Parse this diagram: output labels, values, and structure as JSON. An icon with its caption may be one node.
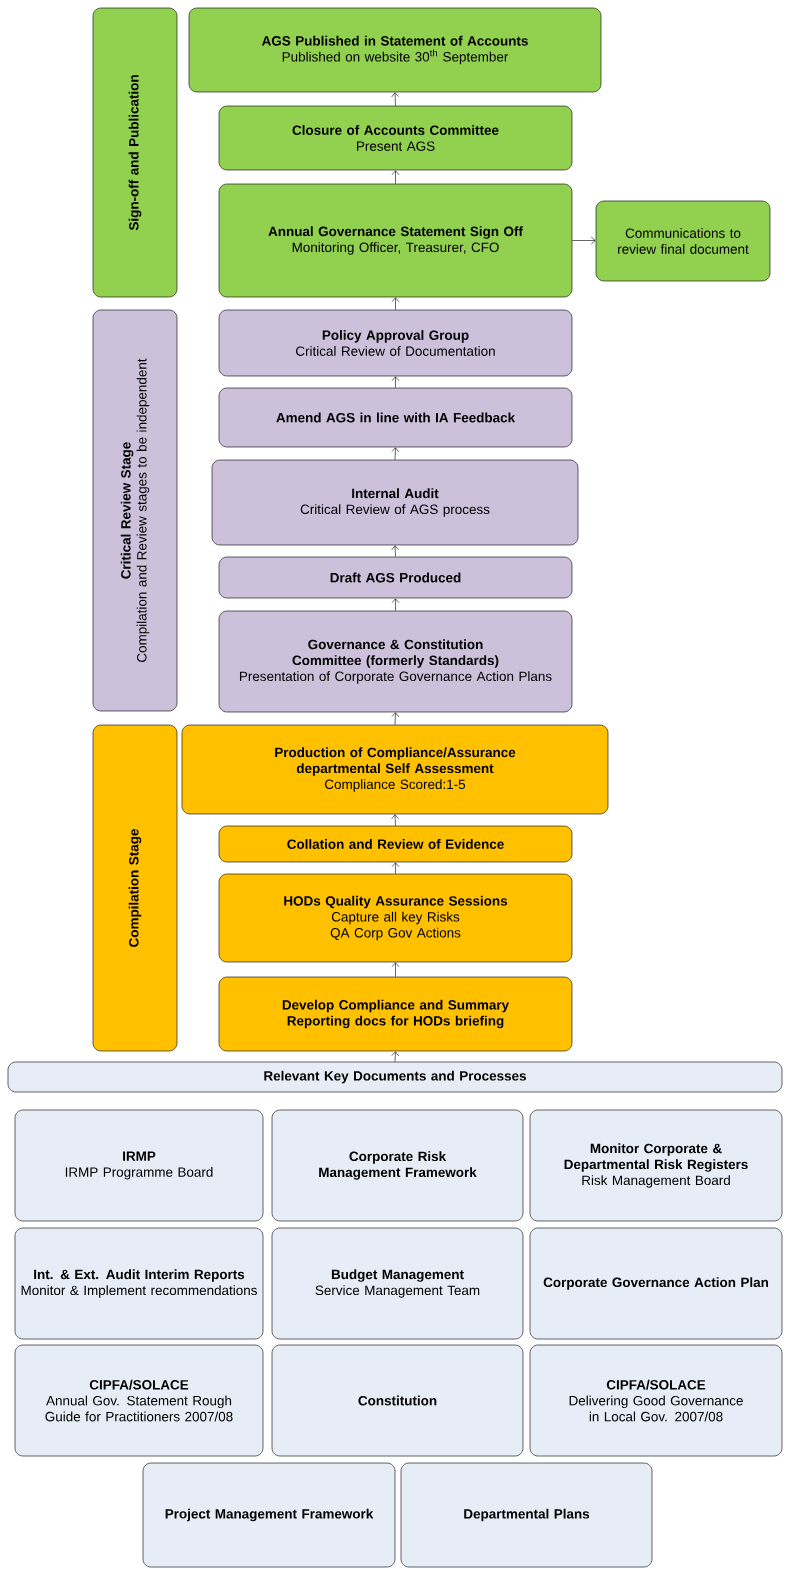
{
  "diagram": {
    "nodes": [
      {
        "text": [
          "Sign-off and Publication"
        ]
      },
      {
        "text": [
          "AGS Published in Statement of Accounts",
          "Published on website 30$^{th}$ September"
        ]
      },
      {
        "text": [
          "Closure of Accounts Committee",
          "Present AGS"
        ]
      },
      {
        "text": [
          "Annual Governance Statement Sign Off",
          "Monitoring Officer, Treasurer, CFO"
        ]
      },
      {
        "text": [
          "Communications to review final document"
        ]
      },
      {
        "text": [
          "Critical Review Stage",
          "Compilation and Review stages to be independent"
        ]
      },
      {
        "text": [
          "Policy Approval Group",
          "Critical Review of Documentation"
        ]
      },
      {
        "text": [
          "Amend AGS in line with IA Feedback"
        ]
      },
      {
        "text": [
          "Internal Audit",
          "Critical Review of AGS process"
        ]
      },
      {
        "text": [
          "Draft AGS Produced"
        ]
      },
      {
        "text": [
          "Governance & Constitution Committee (formerly Standards)",
          "Presentation of Corporate Governance Action Plans"
        ]
      },
      {
        "text": [
          "Compilation Stage"
        ]
      },
      {
        "text": [
          "Production of Compliance/Assurance departmental Self Assessment",
          "Compliance Scored:1-5"
        ]
      },
      {
        "text": [
          "Collation and Review of Evidence"
        ]
      },
      {
        "text": [
          "HODs Quality Assurance Sessions",
          "Capture all key Risks",
          "QA Corp Gov Actions"
        ]
      },
      {
        "text": [
          "Develop Compliance and Summary Reporting docs for HODs briefing"
        ]
      },
      {
        "text": [
          "Relevant Key Documents and Processes"
        ]
      },
      {
        "text": [
          "IRMP",
          "IRMP Programme Board"
        ]
      },
      {
        "text": [
          "Corporate Risk Management Framework"
        ]
      },
      {
        "text": [
          "Monitor Corporate & Departmental Risk Registers",
          "Risk Management Board"
        ]
      },
      {
        "text": [
          "Int. & Ext. Audit Interim Reports",
          "Monitor & Implement recommendations"
        ]
      },
      {
        "text": [
          "Budget Management",
          "Service Management Team"
        ]
      },
      {
        "text": [
          "Corporate Governance Action Plan"
        ]
      },
      {
        "text": [
          "CIPFA/SOLACE",
          "Annual Gov. Statement Rough Guide for Practitioners 2007/08"
        ]
      },
      {
        "text": [
          "Constitution"
        ]
      },
      {
        "text": [
          "CIPFA/SOLACE",
          "Delivering Good Governance in Local Gov. 2007/08"
        ]
      },
      {
        "text": [
          "Project Management Framework"
        ]
      },
      {
        "text": [
          "Departmental Plans"
        ]
      }
    ],
    "edges": [
      {
        "from": 2,
        "to": 1,
        "arrow": "to"
      },
      {
        "from": 3,
        "to": 2,
        "arrow": "to"
      },
      {
        "from": 3,
        "to": 4,
        "arrow": "to"
      },
      {
        "from": 6,
        "to": 3,
        "arrow": "to"
      },
      {
        "from": 7,
        "to": 6,
        "arrow": "to"
      },
      {
        "from": 8,
        "to": 7,
        "arrow": "to"
      },
      {
        "from": 9,
        "to": 8,
        "arrow": "to"
      },
      {
        "from": 10,
        "to": 9,
        "arrow": "to"
      },
      {
        "from": 12,
        "to": 10,
        "arrow": "to"
      },
      {
        "from": 13,
        "to": 12,
        "arrow": "to"
      },
      {
        "from": 14,
        "to": 13,
        "arrow": "to"
      },
      {
        "from": 15,
        "to": 14,
        "arrow": "to"
      },
      {
        "from": 16,
        "to": 15,
        "arrow": "to"
      }
    ]
  }
}
